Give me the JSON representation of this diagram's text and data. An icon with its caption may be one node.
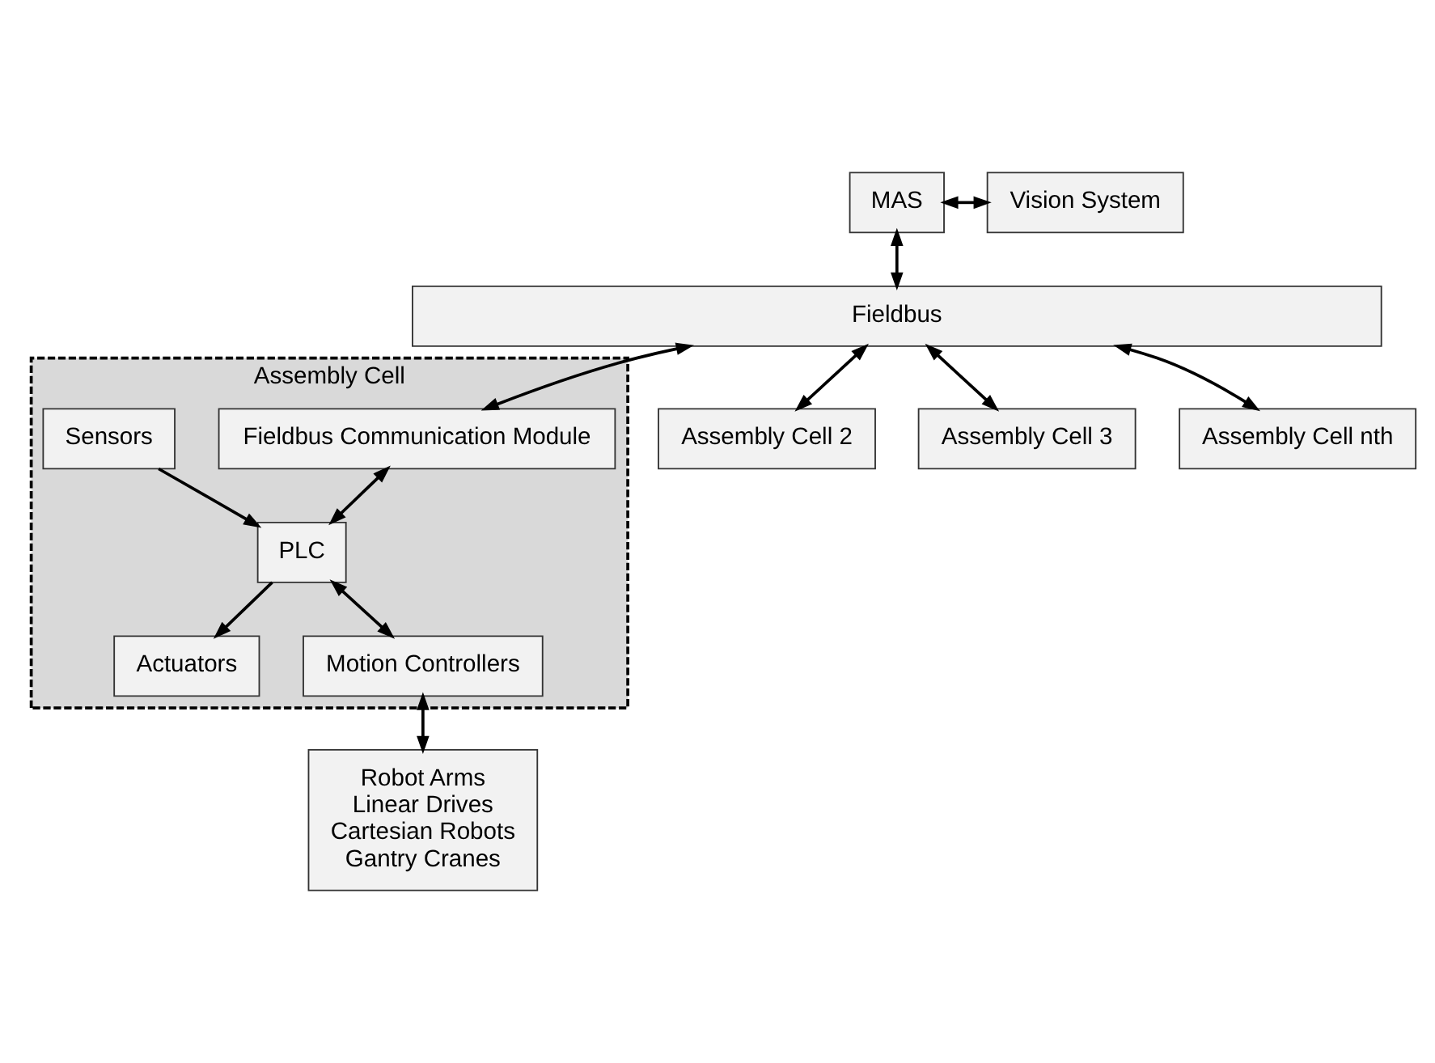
{
  "diagram": {
    "nodes": [
      {
        "text": [
          "MAS"
        ]
      },
      {
        "text": [
          "Vision System"
        ]
      },
      {
        "text": [
          "Fieldbus"
        ]
      },
      {
        "text": [
          "Assembly Cell"
        ]
      },
      {
        "text": [
          "Fieldbus Communication Module"
        ],
        "in": 3
      },
      {
        "text": [
          "Sensors"
        ],
        "in": 3
      },
      {
        "text": [
          "PLC"
        ],
        "in": 3
      },
      {
        "text": [
          "Actuators"
        ],
        "in": 3
      },
      {
        "text": [
          "Motion Controllers"
        ],
        "in": 3
      },
      {
        "text": [
          "Assembly Cell 2"
        ]
      },
      {
        "text": [
          "Assembly Cell 3"
        ]
      },
      {
        "text": [
          "Assembly Cell nth"
        ]
      },
      {
        "text": [
          "Robot Arms",
          "Linear Drives",
          "Cartesian Robots",
          "Gantry Cranes"
        ]
      }
    ],
    "edges": [
      {
        "from": 0,
        "to": 1,
        "arrow": "both"
      },
      {
        "from": 0,
        "to": 2,
        "arrow": "both"
      },
      {
        "from": 2,
        "to": 4,
        "arrow": "both"
      },
      {
        "from": 2,
        "to": 9,
        "arrow": "both"
      },
      {
        "from": 2,
        "to": 10,
        "arrow": "both"
      },
      {
        "from": 2,
        "to": 11,
        "arrow": "both"
      },
      {
        "from": 4,
        "to": 6,
        "arrow": "both"
      },
      {
        "from": 5,
        "to": 6,
        "arrow": "to"
      },
      {
        "from": 6,
        "to": 7,
        "arrow": "to"
      },
      {
        "from": 6,
        "to": 8,
        "arrow": "both"
      },
      {
        "from": 8,
        "to": 12,
        "arrow": "both"
      }
    ]
  }
}
